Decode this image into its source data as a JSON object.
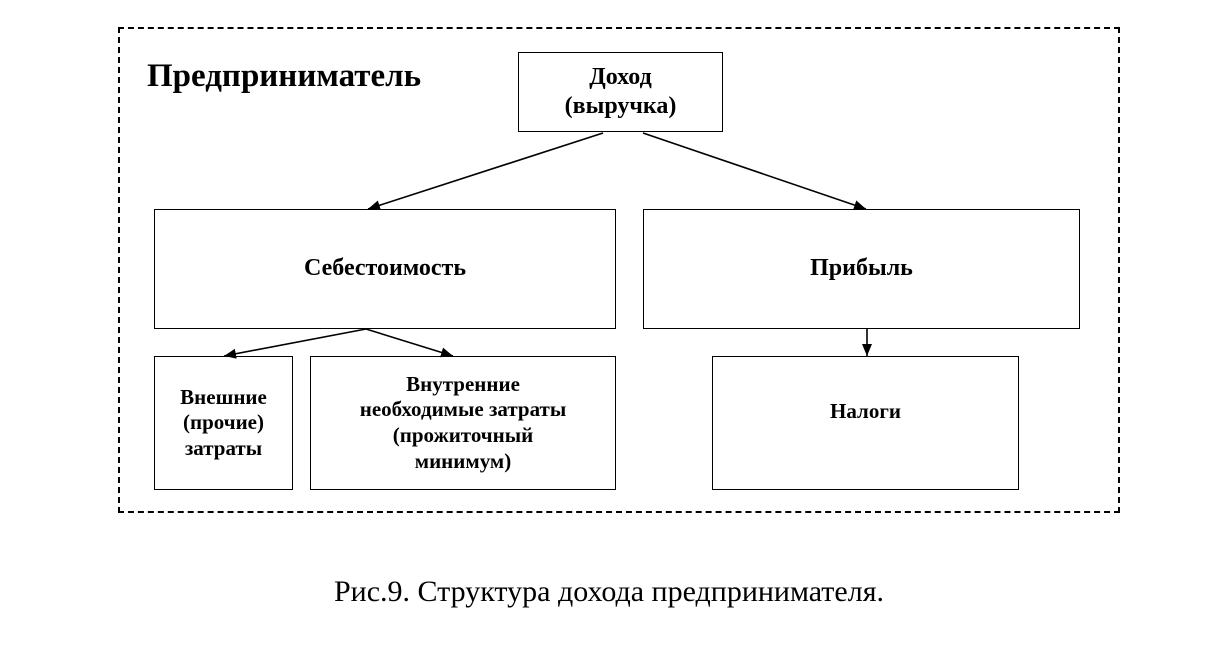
{
  "diagram": {
    "title": "Предприниматель",
    "nodes": {
      "income": "Доход\n(выручка)",
      "cost": "Себестоимость",
      "profit": "Прибыль",
      "external_costs": "Внешние\n(прочие)\nзатраты",
      "internal_costs": "Внутренние\nнеобходимые затраты\n(прожиточный\nминимум)",
      "taxes": "Налоги"
    },
    "edges": [
      {
        "from": "income",
        "to": "cost"
      },
      {
        "from": "income",
        "to": "profit"
      },
      {
        "from": "cost",
        "to": "external_costs"
      },
      {
        "from": "cost",
        "to": "internal_costs"
      },
      {
        "from": "profit",
        "to": "taxes"
      }
    ]
  },
  "caption": "Рис.9. Структура дохода предпринимателя."
}
